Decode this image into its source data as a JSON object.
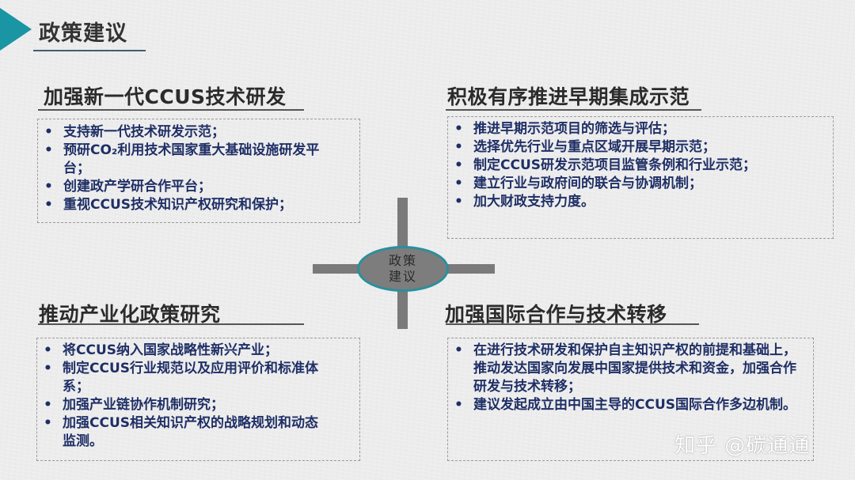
{
  "header": {
    "title": "政策建议",
    "accent_color": "#1a95a3"
  },
  "center": {
    "label": "政策建议"
  },
  "sections": [
    {
      "heading": "加强新一代CCUS技术研发",
      "items": [
        "支持新一代技术研发示范；",
        "预研CO₂利用技术国家重大基础设施研发平台；",
        "创建政产学研合作平台；",
        "重视CCUS技术知识产权研究和保护；"
      ]
    },
    {
      "heading": "积极有序推进早期集成示范",
      "items": [
        "推进早期示范项目的筛选与评估；",
        "选择优先行业与重点区域开展早期示范；",
        "制定CCUS研发示范项目监管条例和行业示范；",
        "建立行业与政府间的联合与协调机制；",
        "加大财政支持力度。"
      ]
    },
    {
      "heading": "推动产业化政策研究",
      "items": [
        "将CCUS纳入国家战略性新兴产业；",
        "制定CCUS行业规范以及应用评价和标准体系；",
        "加强产业链协作机制研究；",
        "加强CCUS相关知识产权的战略规划和动态监测。"
      ]
    },
    {
      "heading": "加强国际合作与技术转移",
      "items": [
        "在进行技术研发和保护自主知识产权的前提和基础上，推动发达国家向发展中国家提供技术和资金，加强合作研发与技术转移；",
        "建议发起成立由中国主导的CCUS国际合作多边机制。"
      ]
    }
  ],
  "bullet_char": "•",
  "watermark": "知乎 @碳通通",
  "colors": {
    "item_text": "#1f2f66",
    "heading_text": "#2b2b2b",
    "ellipse_fill": "#7d7d7d",
    "ellipse_border": "#2a8f9c",
    "cross": "#7a7a7a"
  }
}
